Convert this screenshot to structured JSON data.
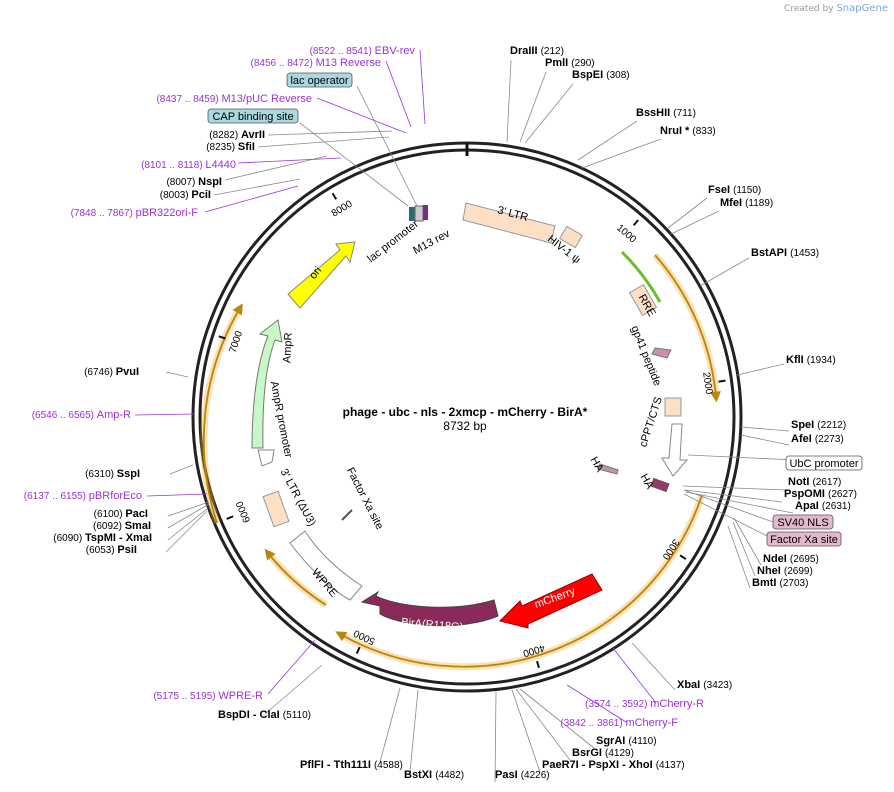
{
  "watermark": {
    "prefix": "Created by",
    "brand": "SnapGene"
  },
  "plasmid": {
    "name": "phage - ubc - nls - 2xmcp - mCherry - BirA*",
    "length": "8732 bp"
  },
  "ticks": [
    "1000",
    "2000",
    "3000",
    "4000",
    "5000",
    "6000",
    "7000",
    "8000"
  ],
  "enzymes": [
    {
      "pos": "(212)",
      "name": "DraIII"
    },
    {
      "pos": "(290)",
      "name": "PmlI"
    },
    {
      "pos": "(308)",
      "name": "BspEI"
    },
    {
      "pos": "(711)",
      "name": "BssHII"
    },
    {
      "pos": "(833)",
      "name": "NruI *"
    },
    {
      "pos": "(1150)",
      "name": "FseI"
    },
    {
      "pos": "(1189)",
      "name": "MfeI"
    },
    {
      "pos": "(1453)",
      "name": "BstAPI"
    },
    {
      "pos": "(1934)",
      "name": "KflI"
    },
    {
      "pos": "(2212)",
      "name": "SpeI"
    },
    {
      "pos": "(2273)",
      "name": "AfeI"
    },
    {
      "pos": "(2617)",
      "name": "NotI"
    },
    {
      "pos": "(2627)",
      "name": "PspOMI"
    },
    {
      "pos": "(2631)",
      "name": "ApaI"
    },
    {
      "pos": "(2695)",
      "name": "NdeI"
    },
    {
      "pos": "(2699)",
      "name": "NheI"
    },
    {
      "pos": "(2703)",
      "name": "BmtI"
    },
    {
      "pos": "(3423)",
      "name": "XbaI"
    },
    {
      "pos": "(4110)",
      "name": "SgrAI"
    },
    {
      "pos": "(4129)",
      "name": "BsrGI"
    },
    {
      "pos": "(4137)",
      "name": "PaeR7I - PspXI - XhoI"
    },
    {
      "pos": "(4226)",
      "name": "PasI"
    },
    {
      "pos": "(4482)",
      "name": "BstXI"
    },
    {
      "pos": "(4588)",
      "name": "PflFI - Tth111I"
    },
    {
      "pos": "(5110)",
      "name": "BspDI - ClaI"
    },
    {
      "pos": "(6053)",
      "name": "PsiI"
    },
    {
      "pos": "(6090)",
      "name": "TspMI - XmaI"
    },
    {
      "pos": "(6092)",
      "name": "SmaI"
    },
    {
      "pos": "(6100)",
      "name": "PacI"
    },
    {
      "pos": "(6310)",
      "name": "SspI"
    },
    {
      "pos": "(6746)",
      "name": "PvuI"
    },
    {
      "pos": "(7848 .. 7867)",
      "name": "pBR322ori-F"
    },
    {
      "pos": "(8003)",
      "name": "PciI"
    },
    {
      "pos": "(8007)",
      "name": "NspI"
    },
    {
      "pos": "(8101 .. 8118)",
      "name": "L4440"
    },
    {
      "pos": "(8235)",
      "name": "SfiI"
    },
    {
      "pos": "(8282)",
      "name": "AvrII"
    },
    {
      "pos": "(8437 .. 8459)",
      "name": "M13/pUC Reverse"
    },
    {
      "pos": "(8456 .. 8472)",
      "name": "M13 Reverse"
    },
    {
      "pos": "(8522 .. 8541)",
      "name": "EBV-rev"
    },
    {
      "pos": "(6546 .. 6565)",
      "name": "Amp-R"
    },
    {
      "pos": "(6137 .. 6155)",
      "name": "pBRforEco"
    },
    {
      "pos": "(5175 .. 5195)",
      "name": "WPRE-R"
    },
    {
      "pos": "(3574 .. 3592)",
      "name": "mCherry-R"
    },
    {
      "pos": "(3842 .. 3861)",
      "name": "mCherry-F"
    }
  ],
  "boxed_labels": [
    "lac operator",
    "CAP binding site",
    "UbC promoter",
    "SV40 NLS",
    "Factor Xa site"
  ],
  "features": [
    "3' LTR",
    "HIV-1 ψ",
    "RRE",
    "gp41 peptide",
    "cPPT/CTS",
    "HA",
    "HA",
    "mCherry",
    "BirA(R118G)",
    "WPRE",
    "3' LTR (ΔU3)",
    "Factor Xa site",
    "AmpR promoter",
    "AmpR",
    "ori",
    "lac promoter",
    "M13 rev"
  ],
  "colors": {
    "primer": "#9b30d9",
    "enzyme": "#000000",
    "ori": "#ffff00",
    "ampr": "#c8f7c8",
    "mcherry": "#ff0000",
    "bira": "#8b2a5a",
    "ltr": "#fbe0c5",
    "orf": "#f5a623",
    "rre": "#fbe0c5"
  }
}
